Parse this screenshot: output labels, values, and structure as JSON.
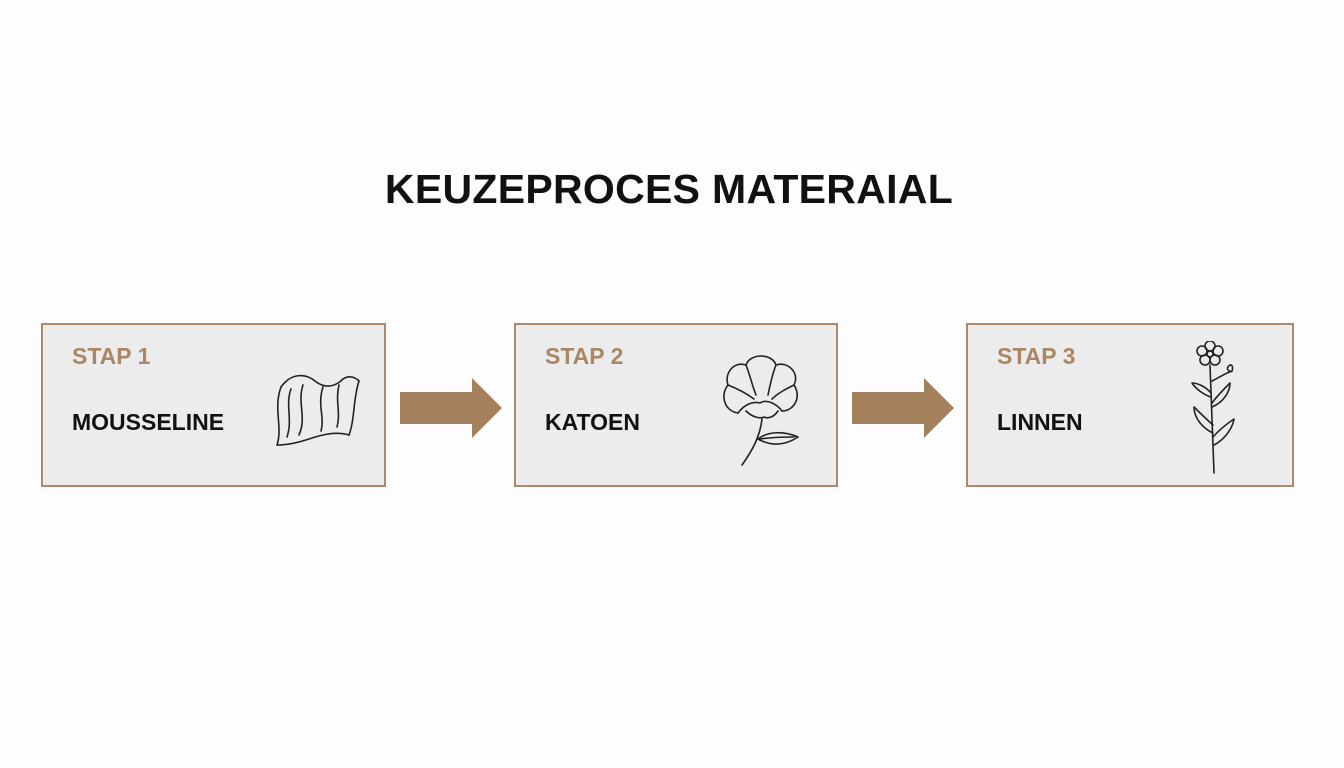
{
  "title": "KEUZEPROCES MATERAIAL",
  "colors": {
    "accent": "#a98664",
    "border": "#ae8a6a",
    "box_background": "#ececec",
    "text": "#111111"
  },
  "steps": [
    {
      "label": "STAP 1",
      "material": "MOUSSELINE",
      "icon": "muslin-cloth-icon"
    },
    {
      "label": "STAP 2",
      "material": "KATOEN",
      "icon": "cotton-boll-icon"
    },
    {
      "label": "STAP 3",
      "material": "LINNEN",
      "icon": "flax-flower-icon"
    }
  ],
  "connectors": [
    "arrow-right-icon",
    "arrow-right-icon"
  ]
}
